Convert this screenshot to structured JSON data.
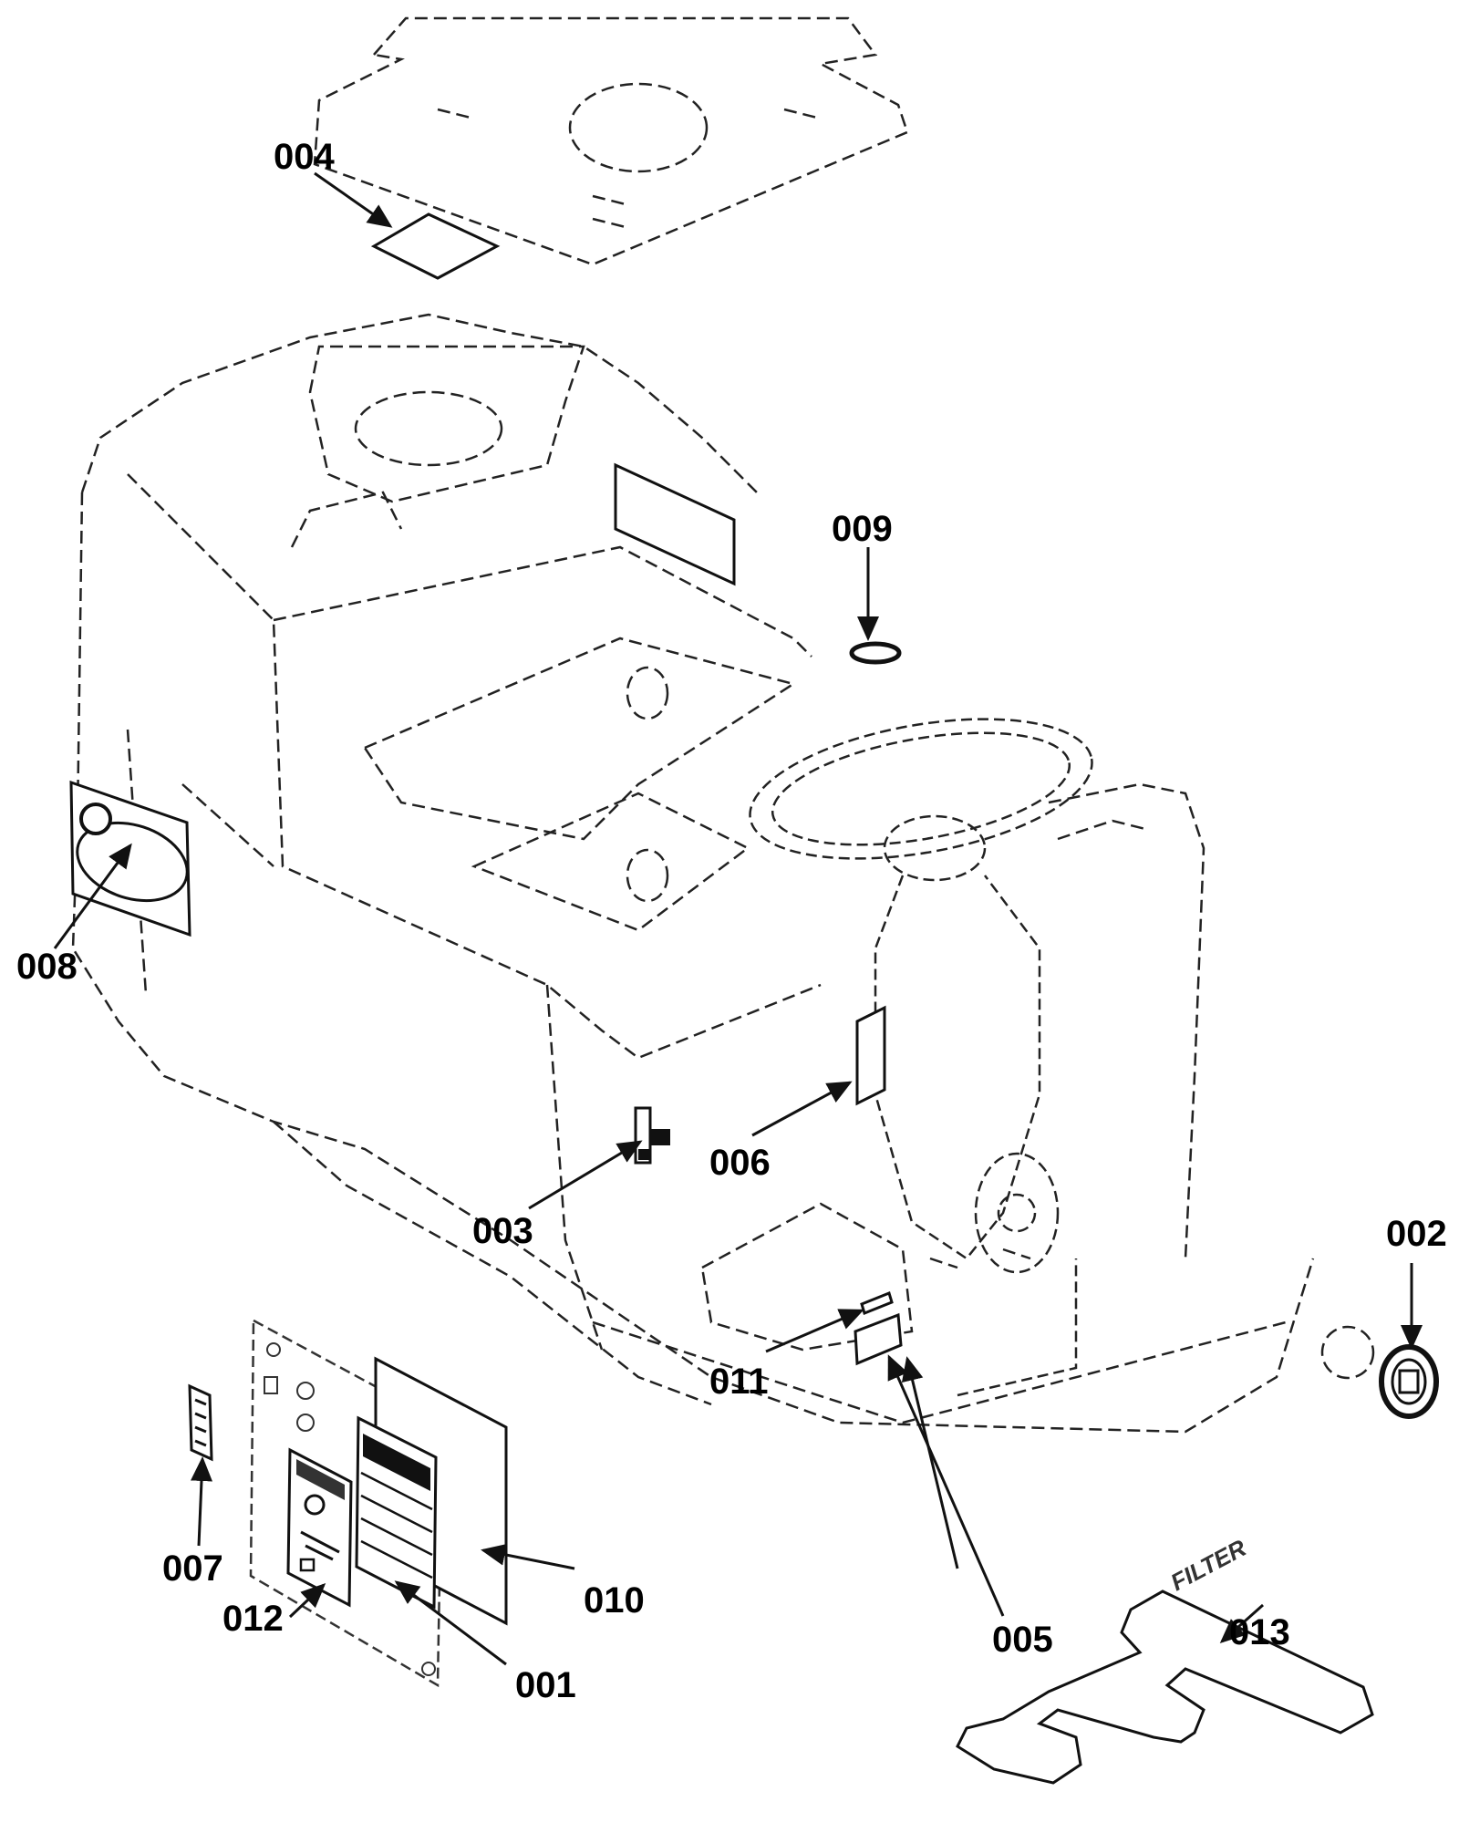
{
  "diagram": {
    "stroke_color": "#111111",
    "background_color": "#ffffff",
    "callouts": {
      "c001": "001",
      "c002": "002",
      "c003": "003",
      "c004": "004",
      "c005": "005",
      "c006": "006",
      "c007": "007",
      "c008": "008",
      "c009": "009",
      "c010": "010",
      "c011": "011",
      "c012": "012",
      "c013": "013"
    },
    "label_texts": {
      "filter_marking": "FILTER"
    }
  }
}
